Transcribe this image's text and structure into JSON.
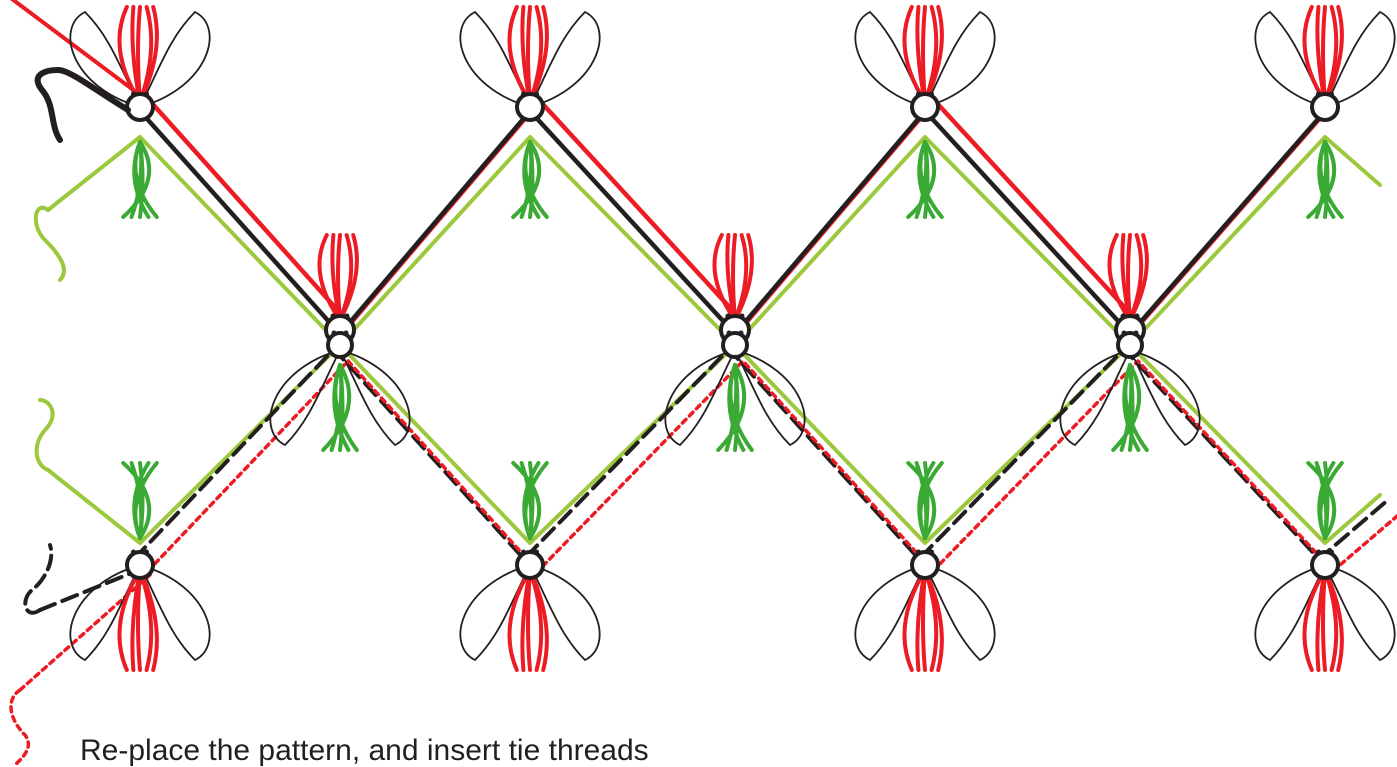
{
  "caption": "Re-place the pattern, and insert tie threads",
  "colors": {
    "black_thread": "#231f20",
    "red_thread": "#ed1c24",
    "lime_thread": "#9bc83c",
    "green_tuft": "#3aaa35",
    "background": "#ffffff"
  },
  "threads": [
    {
      "name": "black-solid-thread",
      "color": "black_thread",
      "style": "solid"
    },
    {
      "name": "red-solid-thread",
      "color": "red_thread",
      "style": "solid"
    },
    {
      "name": "lime-thread",
      "color": "lime_thread",
      "style": "solid"
    },
    {
      "name": "black-dashed-thread",
      "color": "black_thread",
      "style": "dashed"
    },
    {
      "name": "red-dotted-thread",
      "color": "red_thread",
      "style": "dotted"
    }
  ],
  "icons": [
    "needle-end-icon",
    "thread-tuft-icon",
    "tie-loop-icon"
  ]
}
